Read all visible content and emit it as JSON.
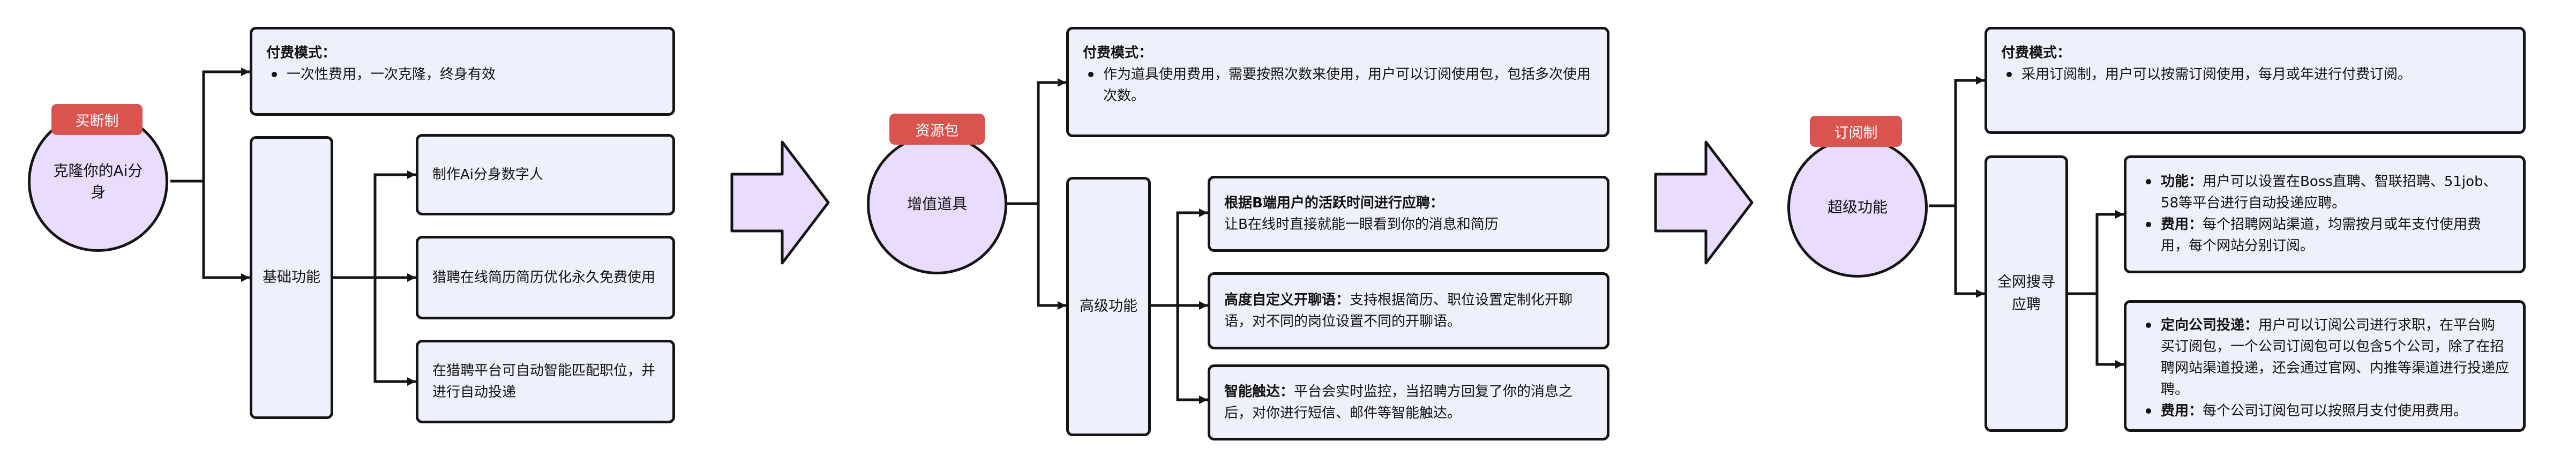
{
  "colors": {
    "circle_fill": "#e9dcff",
    "tag_fill": "#d9534f",
    "box_fill": "#eef0fb",
    "arrow_fill": "#e9dcff",
    "stroke": "#141414"
  },
  "sections": [
    {
      "tag": "买断制",
      "center": "克隆你的Ai分身",
      "payment_title": "付费模式：",
      "payment_items": [
        "一次性费用，一次克隆，终身有效"
      ],
      "branch": "基础功能",
      "leaves": [
        "制作Ai分身数字人",
        "猎聘在线简历简历优化永久免费使用",
        "在猎聘平台可自动智能匹配职位，并进行自动投递"
      ]
    },
    {
      "tag": "资源包",
      "center": "增值道具",
      "payment_title": "付费模式：",
      "payment_items": [
        "作为道具使用费用，需要按照次数来使用，用户可以订阅使用包，包括多次使用次数。"
      ],
      "branch": "高级功能",
      "leaves": [
        {
          "bold": "根据B端用户的活跃时间进行应聘：",
          "text": "让B在线时直接就能一眼看到你的消息和简历"
        },
        {
          "bold": "高度自定义开聊语：",
          "text": "支持根据简历、职位设置定制化开聊语，对不同的岗位设置不同的开聊语。"
        },
        {
          "bold": "智能触达：",
          "text": "平台会实时监控，当招聘方回复了你的消息之后，对你进行短信、邮件等智能触达。"
        }
      ]
    },
    {
      "tag": "订阅制",
      "center": "超级功能",
      "payment_title": "付费模式：",
      "payment_items": [
        "采用订阅制，用户可以按需订阅使用，每月或年进行付费订阅。"
      ],
      "branch": "全网搜寻应聘",
      "leaves": [
        [
          {
            "bold": "功能：",
            "text": "用户可以设置在Boss直聘、智联招聘、51job、58等平台进行自动投递应聘。"
          },
          {
            "bold": "费用：",
            "text": "每个招聘网站渠道，均需按月或年支付使用费用，每个网站分别订阅。"
          }
        ],
        [
          {
            "bold": "定向公司投递：",
            "text": "用户可以订阅公司进行求职，在平台购买订阅包，一个公司订阅包可以包含5个公司，除了在招聘网站渠道投递，还会通过官网、内推等渠道进行投递应聘。"
          },
          {
            "bold": "费用：",
            "text": "每个公司订阅包可以按照月支付使用费用。"
          }
        ]
      ]
    }
  ]
}
